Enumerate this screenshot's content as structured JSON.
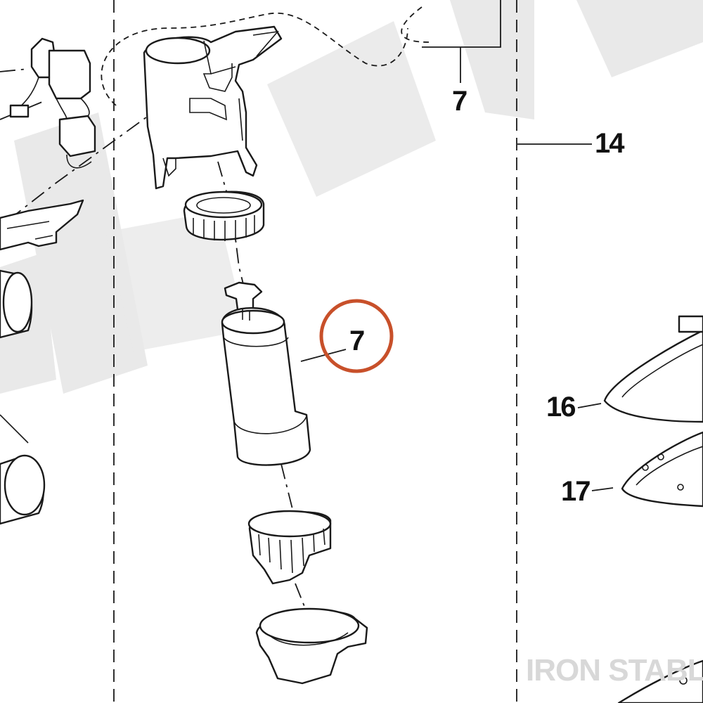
{
  "callouts": {
    "top_seven": "7",
    "circled_seven": "7",
    "fourteen": "14",
    "sixteen": "16",
    "seventeen": "17"
  },
  "watermark": {
    "iron_stable": "IRON STABLE"
  },
  "colors": {
    "highlight_circle": "#c8502a",
    "line": "#1a1a1a",
    "watermark": "#e6e6e6"
  }
}
